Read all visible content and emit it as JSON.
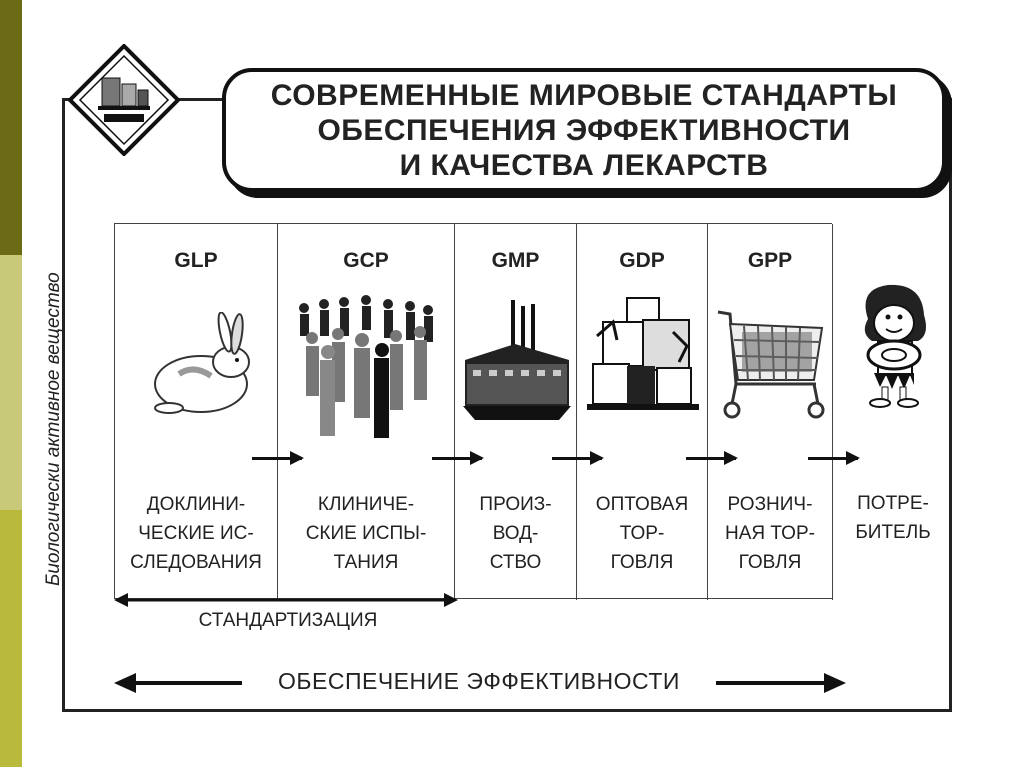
{
  "title": {
    "line1": "СОВРЕМЕННЫЕ МИРОВЫЕ СТАНДАРТЫ",
    "line2": "ОБЕСПЕЧЕНИЯ ЭФФЕКТИВНОСТИ",
    "line3": "И КАЧЕСТВА ЛЕКАРСТВ"
  },
  "vertical_label": "Биологически активное вещество",
  "stages": [
    {
      "code": "GLP",
      "desc": [
        "ДОКЛИНИ-",
        "ЧЕСКИЕ ИС-",
        "СЛЕДОВАНИЯ"
      ],
      "icon": "rabbit-icon"
    },
    {
      "code": "GCP",
      "desc": [
        "КЛИНИЧЕ-",
        "СКИЕ ИСПЫ-",
        "ТАНИЯ"
      ],
      "icon": "crowd-icon"
    },
    {
      "code": "GMP",
      "desc": [
        "ПРОИЗ-",
        "ВОД-",
        "СТВО"
      ],
      "icon": "factory-icon"
    },
    {
      "code": "GDP",
      "desc": [
        "ОПТОВАЯ",
        "ТОР-",
        "ГОВЛЯ"
      ],
      "icon": "warehouse-icon"
    },
    {
      "code": "GPP",
      "desc": [
        "РОЗНИЧ-",
        "НАЯ ТОР-",
        "ГОВЛЯ"
      ],
      "icon": "shopping-cart-icon"
    }
  ],
  "consumer": {
    "desc": [
      "ПОТРЕ-",
      "БИТЕЛЬ"
    ],
    "icon": "caveman-icon"
  },
  "standardization_label": "СТАНДАРТИЗАЦИЯ",
  "efficiency_label": "ОБЕСПЕЧЕНИЕ ЭФФЕКТИВНОСТИ",
  "colors": {
    "sidebar_dark": "#6b6b15",
    "sidebar_light": "#c9c97a",
    "sidebar_mid": "#b9b93c"
  }
}
